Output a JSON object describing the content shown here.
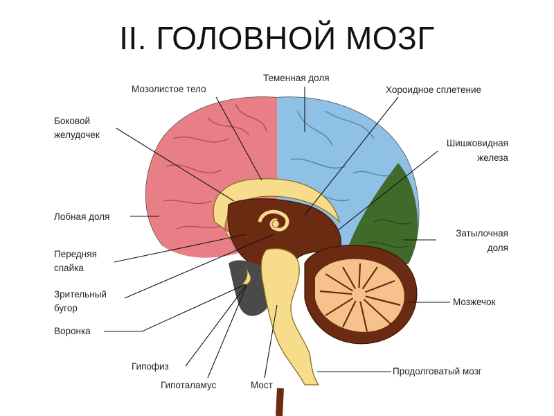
{
  "title": "II. ГОЛОВНОЙ МОЗГ",
  "labels": {
    "corpus_callosum": "Мозолистое тело",
    "parietal_lobe": "Теменная доля",
    "choroid_plexus": "Хороидное сплетение",
    "lateral_ventricle_1": "Боковой",
    "lateral_ventricle_2": "желудочек",
    "pineal_1": "Шишковидная",
    "pineal_2": "железа",
    "frontal_lobe": "Лобная доля",
    "occipital_1": "Затылочная",
    "occipital_2": "доля",
    "anterior_commissure_1": "Передняя",
    "anterior_commissure_2": "спайка",
    "thalamus_1": "Зрительный",
    "thalamus_2": "бугор",
    "cerebellum": "Мозжечок",
    "infundibulum": "Воронка",
    "pituitary": "Гипофиз",
    "hypothalamus": "Гипоталамус",
    "pons": "Мост",
    "medulla": "Продолговатый мозг"
  },
  "colors": {
    "frontal": "#e97f86",
    "parietal": "#8fc0e6",
    "occipital": "#3f6a2a",
    "cerebellum": "#f4c28a",
    "brainstem": "#f7dc8c",
    "diencephalon": "#6b2a12",
    "dark_gray": "#4a4a4a"
  }
}
